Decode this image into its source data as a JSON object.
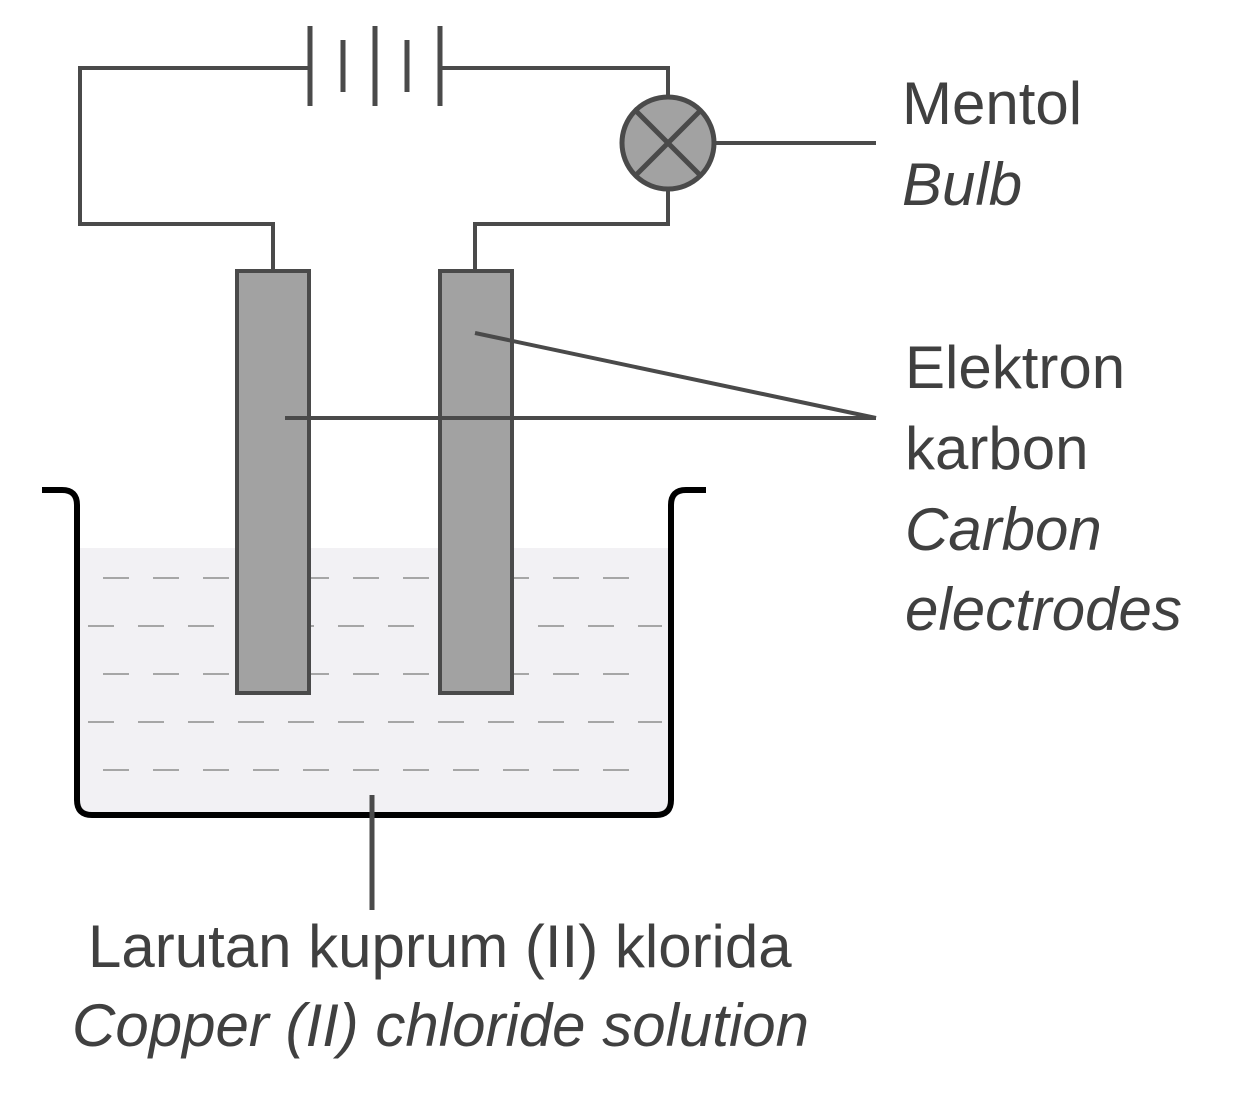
{
  "labels": {
    "bulb_ms": "Mentol",
    "bulb_en": "Bulb",
    "electrode_ms_1": "Elektron",
    "electrode_ms_2": "karbon",
    "electrode_en_1": "Carbon",
    "electrode_en_2": "electrodes",
    "solution_ms": "Larutan kuprum (II) klorida",
    "solution_en": "Copper (II) chloride solution"
  },
  "colors": {
    "line": "#4a4a4a",
    "electrode_fill": "#a2a2a2",
    "bulb_fill": "#a2a2a2",
    "solution_fill": "#f2f1f4",
    "dash": "#a6a6a6",
    "beaker": "#000000",
    "text": "#404040"
  }
}
